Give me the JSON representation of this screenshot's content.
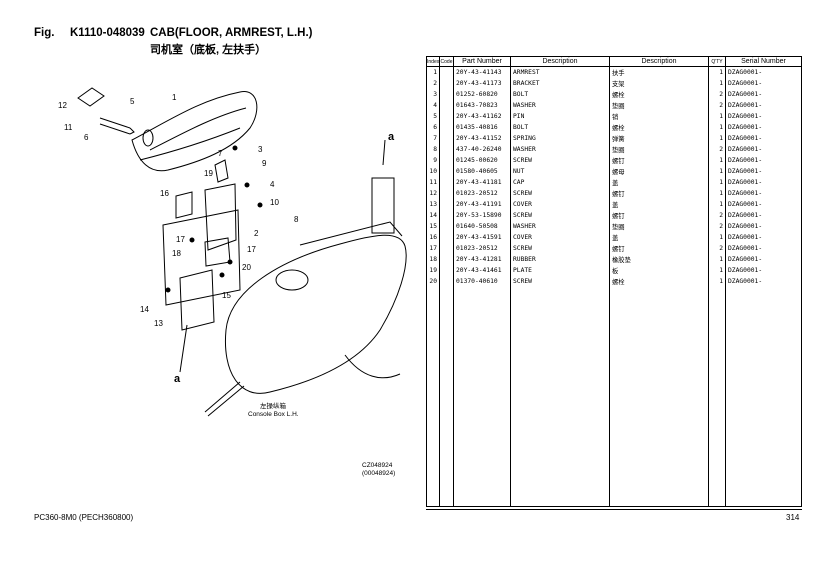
{
  "header": {
    "fig_label": "Fig.",
    "code": "K1110-048039",
    "title": "CAB(FLOOR, ARMREST, L.H.)",
    "subtitle": "司机室（底板, 左扶手）"
  },
  "diagram": {
    "callouts": [
      "1",
      "2",
      "3",
      "4",
      "5",
      "6",
      "7",
      "8",
      "9",
      "10",
      "11",
      "12",
      "13",
      "14",
      "15",
      "16",
      "17",
      "17",
      "18",
      "19",
      "20"
    ],
    "view_labels": [
      "a",
      "a"
    ],
    "console_label_cn": "左操纵箱",
    "console_label_en": "Console Box L.H.",
    "drawing_numbers": [
      "CZ048924",
      "(00048924)"
    ]
  },
  "table": {
    "headers": [
      "Index",
      "Code",
      "Part Number",
      "Description",
      "Description",
      "Q'TY",
      "Serial Number"
    ],
    "rows": [
      {
        "index": "1",
        "code": "",
        "part": "20Y-43-41143",
        "desc_en": "ARMREST",
        "desc_cn": "扶手",
        "qty": "1",
        "serial": "DZAG0001-"
      },
      {
        "index": "2",
        "code": "",
        "part": "20Y-43-41173",
        "desc_en": "BRACKET",
        "desc_cn": "支架",
        "qty": "1",
        "serial": "DZAG0001-"
      },
      {
        "index": "3",
        "code": "",
        "part": "01252-60820",
        "desc_en": "BOLT",
        "desc_cn": "螺栓",
        "qty": "2",
        "serial": "DZAG0001-"
      },
      {
        "index": "4",
        "code": "",
        "part": "01643-70823",
        "desc_en": "WASHER",
        "desc_cn": "垫圈",
        "qty": "2",
        "serial": "DZAG0001-"
      },
      {
        "index": "5",
        "code": "",
        "part": "20Y-43-41162",
        "desc_en": "PIN",
        "desc_cn": "销",
        "qty": "1",
        "serial": "DZAG0001-"
      },
      {
        "index": "6",
        "code": "",
        "part": "01435-40816",
        "desc_en": "BOLT",
        "desc_cn": "螺栓",
        "qty": "1",
        "serial": "DZAG0001-"
      },
      {
        "index": "7",
        "code": "",
        "part": "20Y-43-41152",
        "desc_en": "SPRING",
        "desc_cn": "弹簧",
        "qty": "1",
        "serial": "DZAG0001-"
      },
      {
        "index": "8",
        "code": "",
        "part": "437-40-26240",
        "desc_en": "WASHER",
        "desc_cn": "垫圈",
        "qty": "2",
        "serial": "DZAG0001-"
      },
      {
        "index": "9",
        "code": "",
        "part": "01245-00620",
        "desc_en": "SCREW",
        "desc_cn": "螺钉",
        "qty": "1",
        "serial": "DZAG0001-"
      },
      {
        "index": "10",
        "code": "",
        "part": "01580-40605",
        "desc_en": "NUT",
        "desc_cn": "螺母",
        "qty": "1",
        "serial": "DZAG0001-"
      },
      {
        "index": "11",
        "code": "",
        "part": "20Y-43-41181",
        "desc_en": "CAP",
        "desc_cn": "盖",
        "qty": "1",
        "serial": "DZAG0001-"
      },
      {
        "index": "12",
        "code": "",
        "part": "01023-20512",
        "desc_en": "SCREW",
        "desc_cn": "螺钉",
        "qty": "1",
        "serial": "DZAG0001-"
      },
      {
        "index": "13",
        "code": "",
        "part": "20Y-43-41191",
        "desc_en": "COVER",
        "desc_cn": "盖",
        "qty": "1",
        "serial": "DZAG0001-"
      },
      {
        "index": "14",
        "code": "",
        "part": "20Y-53-15890",
        "desc_en": "SCREW",
        "desc_cn": "螺钉",
        "qty": "2",
        "serial": "DZAG0001-"
      },
      {
        "index": "15",
        "code": "",
        "part": "01640-50508",
        "desc_en": "WASHER",
        "desc_cn": "垫圈",
        "qty": "2",
        "serial": "DZAG0001-"
      },
      {
        "index": "16",
        "code": "",
        "part": "20Y-43-41591",
        "desc_en": "COVER",
        "desc_cn": "盖",
        "qty": "1",
        "serial": "DZAG0001-"
      },
      {
        "index": "17",
        "code": "",
        "part": "01023-20512",
        "desc_en": "SCREW",
        "desc_cn": "螺钉",
        "qty": "2",
        "serial": "DZAG0001-"
      },
      {
        "index": "18",
        "code": "",
        "part": "20Y-43-41281",
        "desc_en": "RUBBER",
        "desc_cn": "橡胶垫",
        "qty": "1",
        "serial": "DZAG0001-"
      },
      {
        "index": "19",
        "code": "",
        "part": "20Y-43-41461",
        "desc_en": "PLATE",
        "desc_cn": "板",
        "qty": "1",
        "serial": "DZAG0001-"
      },
      {
        "index": "20",
        "code": "",
        "part": "01370-40610",
        "desc_en": "SCREW",
        "desc_cn": "螺栓",
        "qty": "1",
        "serial": "DZAG0001-"
      }
    ]
  },
  "footer": {
    "model": "PC360-8M0 (PECH360800)",
    "page": "314"
  }
}
